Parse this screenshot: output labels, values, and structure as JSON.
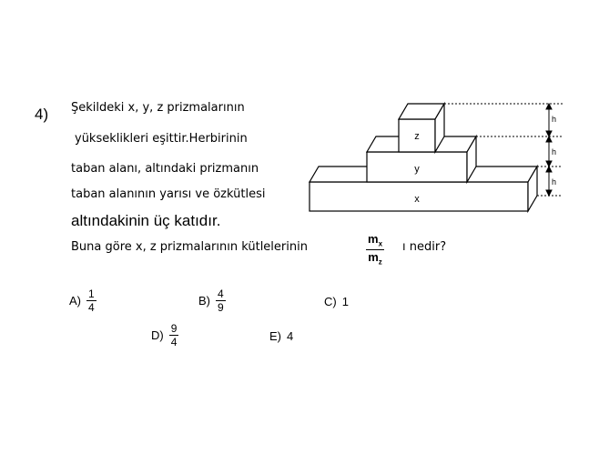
{
  "question": {
    "number": "4)",
    "lines": [
      "Şekildeki x, y, z prizmalarının",
      "yükseklikleri eşittir.Herbirinin",
      "taban alanı, altındaki prizmanın",
      "taban alanının yarısı ve özkütlesi",
      "altındakinin üç katıdır."
    ],
    "ask_prefix": "Buna göre x, z prizmalarının kütlelerinin",
    "ratio": {
      "num_main": "m",
      "num_sub": "x",
      "den_main": "m",
      "den_sub": "z"
    },
    "ask_suffix": "ı nedir?"
  },
  "figure": {
    "labels": {
      "x": "x",
      "y": "y",
      "z": "z",
      "h": "h"
    }
  },
  "choices": [
    {
      "letter": "A)",
      "numerator": "1",
      "denominator": "4"
    },
    {
      "letter": "B)",
      "numerator": "4",
      "denominator": "9"
    },
    {
      "letter": "C)",
      "value": "1"
    },
    {
      "letter": "D)",
      "numerator": "9",
      "denominator": "4"
    },
    {
      "letter": "E)",
      "value": "4"
    }
  ]
}
